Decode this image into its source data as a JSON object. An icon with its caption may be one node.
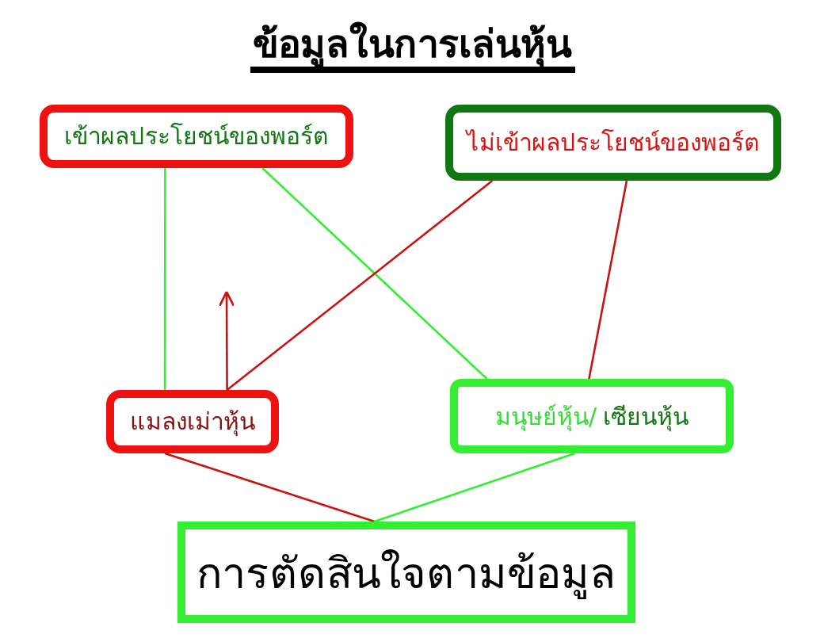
{
  "diagram": {
    "title": "ข้อมูลในการเล่นหุ้น",
    "nodes": [
      {
        "text": [
          "เข้าผลประโยชน์ของพอร์ต"
        ]
      },
      {
        "text": [
          "ไม่เข้าผลประโยชน์ของพอร์ต"
        ]
      },
      {
        "text": [
          "แมลงเม่าหุ้น"
        ]
      },
      {
        "text": [
          "มนุษย์หุ้น/",
          "เซียนหุ้น"
        ]
      },
      {
        "text": [
          "การตัดสินใจตามข้อมูล"
        ]
      }
    ],
    "edges": [
      {
        "from": 0,
        "to": 2,
        "arrow": "none",
        "color": "#33ee33"
      },
      {
        "from": 0,
        "to": 3,
        "arrow": "none",
        "color": "#33ee33"
      },
      {
        "from": 1,
        "to": 2,
        "arrow": "none",
        "color": "#cc1111"
      },
      {
        "from": 1,
        "to": 3,
        "arrow": "none",
        "color": "#cc1111"
      },
      {
        "from": 2,
        "to": 4,
        "arrow": "none",
        "color": "#cc1111"
      },
      {
        "from": 3,
        "to": 4,
        "arrow": "none",
        "color": "#33ee33"
      },
      {
        "from": 2,
        "to": null,
        "arrow": "to",
        "color": "#cc1111"
      }
    ]
  }
}
